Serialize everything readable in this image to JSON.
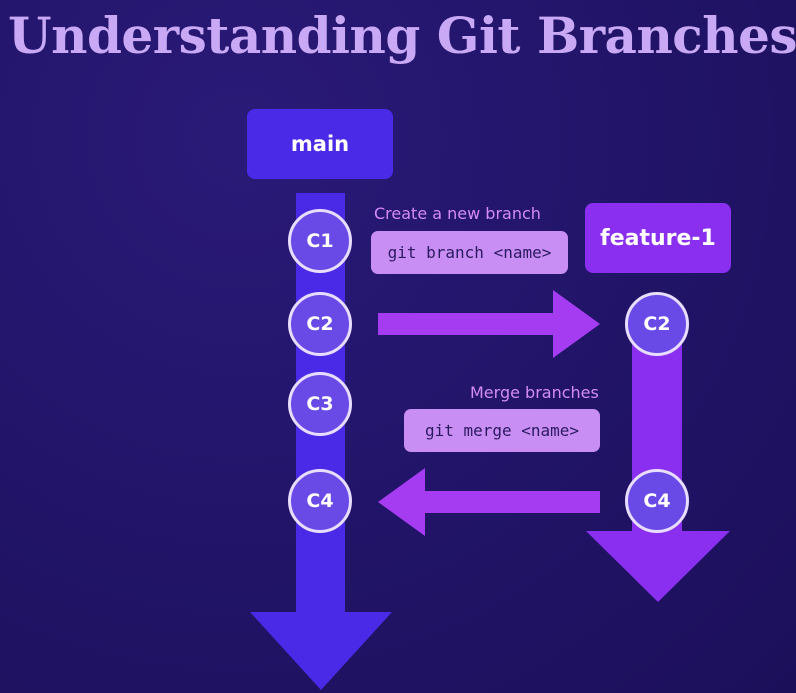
{
  "title": "Understanding Git Branches",
  "branches": {
    "main": {
      "label": "main"
    },
    "feature": {
      "label": "feature-1"
    }
  },
  "commits": {
    "main": [
      "C1",
      "C2",
      "C3",
      "C4"
    ],
    "feature": [
      "C2",
      "C4"
    ]
  },
  "actions": {
    "create": {
      "caption": "Create a new branch",
      "command": "git branch <name>"
    },
    "merge": {
      "caption": "Merge branches",
      "command": "git merge <name>"
    }
  },
  "colors": {
    "main_branch": "#4a2ae6",
    "feature_branch": "#8a2ff0",
    "arrow": "#a63cf2",
    "command_box": "#c98ef3",
    "caption": "#d48bf6",
    "title": "#c9a9f5"
  }
}
